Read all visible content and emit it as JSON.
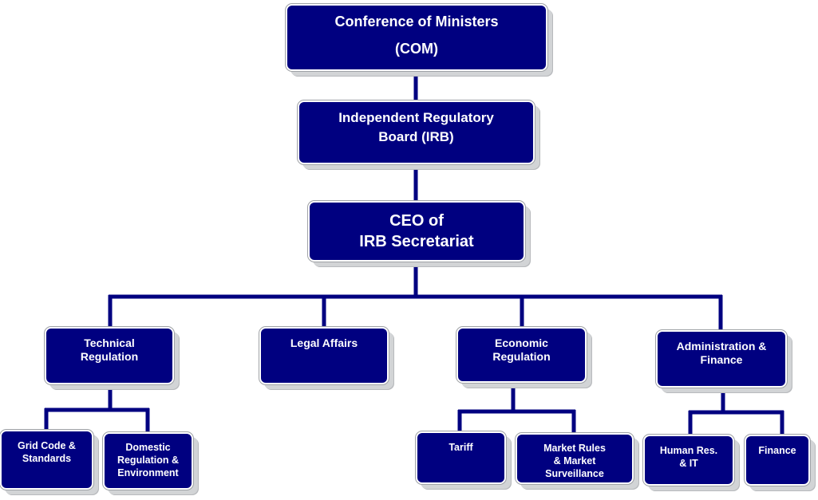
{
  "colors": {
    "box_fill": "#000080",
    "connector": "#000080",
    "text": "#ffffff"
  },
  "nodes": {
    "com": {
      "line1": "Conference of Ministers",
      "line2": "(COM)"
    },
    "irb": {
      "label": "Independent Regulatory\nBoard (IRB)"
    },
    "ceo": {
      "label": "CEO of\nIRB Secretariat"
    },
    "technical": {
      "label": "Technical\nRegulation"
    },
    "legal": {
      "label": "Legal Affairs"
    },
    "economic": {
      "label": "Economic\nRegulation"
    },
    "admin": {
      "label": "Administration &\nFinance"
    },
    "grid": {
      "label": "Grid Code &\nStandards"
    },
    "domestic": {
      "label": "Domestic\nRegulation &\nEnvironment"
    },
    "tariff": {
      "label": "Tariff"
    },
    "market": {
      "label": "Market Rules\n& Market\nSurveillance"
    },
    "hr": {
      "label": "Human Res.\n& IT"
    },
    "finance": {
      "label": "Finance"
    }
  }
}
